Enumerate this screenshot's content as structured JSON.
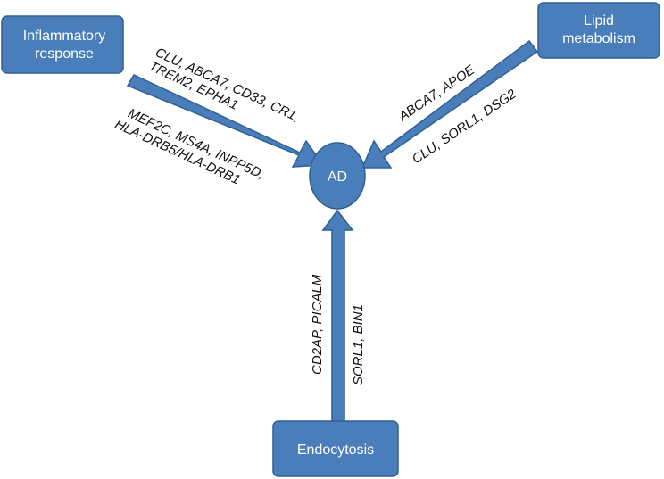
{
  "center": {
    "label": "AD"
  },
  "sources": {
    "inflammatory": {
      "line1": "Inflammatory",
      "line2": "response"
    },
    "lipid": {
      "line1": "Lipid",
      "line2": "metabolism"
    },
    "endocytosis": {
      "label": "Endocytosis"
    }
  },
  "genes": {
    "inflammatory_above_1": "CLU, ABCA7, CD33, CR1,",
    "inflammatory_above_2": "TREM2, EPHA1",
    "inflammatory_below_1": "MEF2C, MS4A, INPP5D,",
    "inflammatory_below_2": "HLA-DRB5/HLA-DRB1",
    "lipid_above": "ABCA7, APOE",
    "lipid_below": "CLU, SORL1, DSG2",
    "endocytosis_left": "CD2AP, PICALM",
    "endocytosis_right": "SORL1, BIN1"
  },
  "colors": {
    "fill": "#4a7ebb",
    "stroke": "#2f5f95"
  }
}
